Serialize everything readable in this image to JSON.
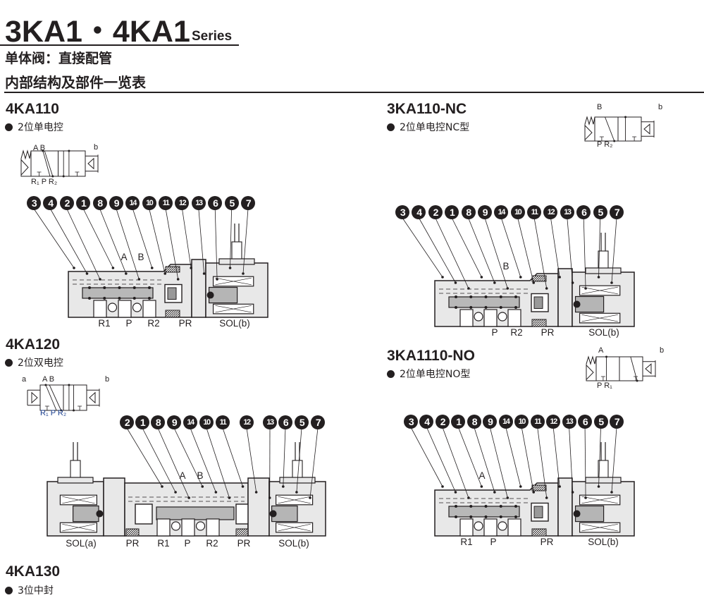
{
  "header": {
    "title": "3KA1・4KA1",
    "series": "Series",
    "subtitle": "单体阀：直接配管",
    "section_title": "内部结构及部件一览表"
  },
  "sections": {
    "ka110": {
      "model": "4KA110",
      "desc": "2位单电控",
      "symbol": {
        "top_ports": "A B",
        "sol": "b",
        "bottom_ports": "R₁ P R₂"
      },
      "callouts": [
        "3",
        "4",
        "2",
        "1",
        "8",
        "9",
        "14",
        "10",
        "11",
        "12",
        "13",
        "6",
        "5",
        "7"
      ],
      "body_labels": [
        "A",
        "B"
      ],
      "ports": [
        "R1",
        "P",
        "R2",
        "PR",
        "SOL(b)"
      ]
    },
    "ka120": {
      "model": "4KA120",
      "desc": "2位双电控",
      "symbol": {
        "sol_a": "a",
        "top_ports": "A B",
        "sol_b": "b",
        "bottom_ports": "R₁ P R₂"
      },
      "callouts": [
        "2",
        "1",
        "8",
        "9",
        "14",
        "10",
        "11",
        "12",
        "13",
        "6",
        "5",
        "7"
      ],
      "body_labels": [
        "A",
        "B"
      ],
      "ports": [
        "SOL(a)",
        "PR",
        "R1",
        "P",
        "R2",
        "PR",
        "SOL(b)"
      ]
    },
    "ka130": {
      "model": "4KA130",
      "desc": "3位中封"
    },
    "ka110nc": {
      "model": "3KA110-NC",
      "desc": "2位单电控NC型",
      "symbol": {
        "top_ports": "B",
        "sol": "b",
        "bottom_ports": "P R₂"
      },
      "callouts": [
        "3",
        "4",
        "2",
        "1",
        "8",
        "9",
        "14",
        "10",
        "11",
        "12",
        "13",
        "6",
        "5",
        "7"
      ],
      "body_labels": [
        "B"
      ],
      "ports": [
        "P",
        "R2",
        "PR",
        "SOL(b)"
      ]
    },
    "ka1110no": {
      "model": "3KA1110-NO",
      "desc": "2位单电控NO型",
      "symbol": {
        "top_ports": "A",
        "sol": "b",
        "bottom_ports": "P R₁"
      },
      "callouts": [
        "3",
        "4",
        "2",
        "1",
        "8",
        "9",
        "14",
        "10",
        "11",
        "12",
        "13",
        "6",
        "5",
        "7"
      ],
      "body_labels": [
        "A"
      ],
      "ports": [
        "R1",
        "P",
        "PR",
        "SOL(b)"
      ]
    }
  }
}
